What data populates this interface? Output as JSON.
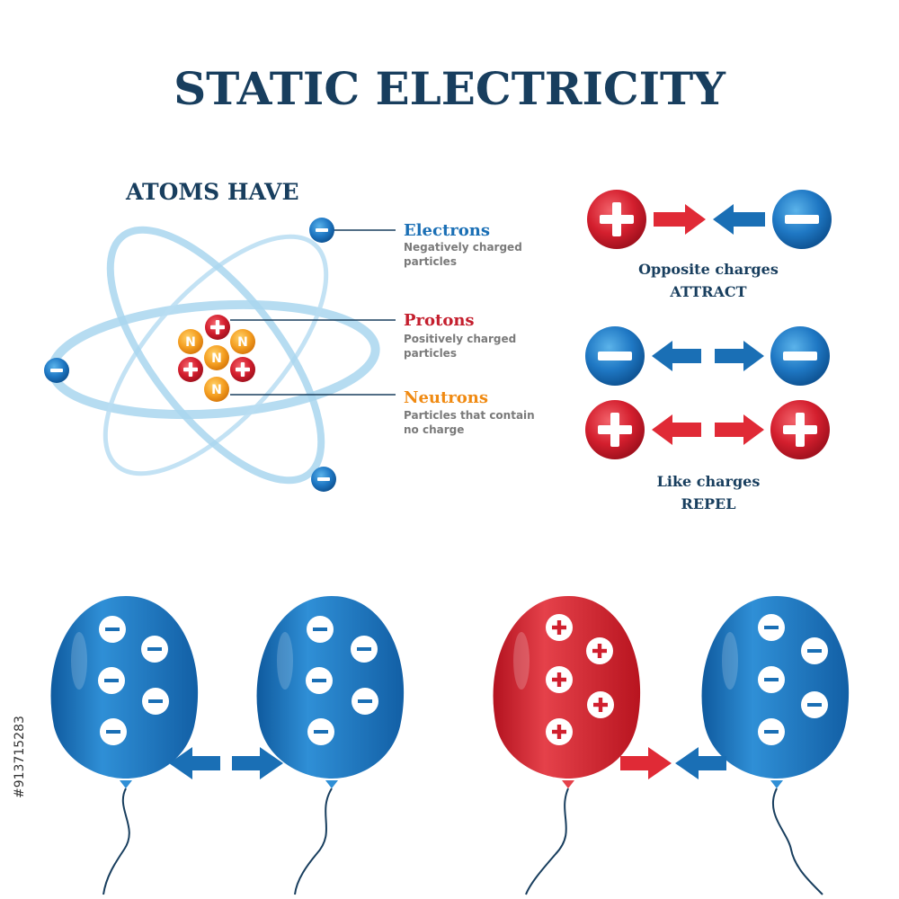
{
  "title": "STATIC ELECTRICITY",
  "atom": {
    "heading": "ATOMS HAVE",
    "electrons": {
      "name": "Electrons",
      "desc_line1": "Negatively charged",
      "desc_line2": "particles"
    },
    "protons": {
      "name": "Protons",
      "desc_line1": "Positively charged",
      "desc_line2": "particles"
    },
    "neutrons": {
      "name": "Neutrons",
      "desc_line1": "Particles that contain",
      "desc_line2": "no charge"
    },
    "neutron_letter": "N"
  },
  "charges": {
    "attract_line1": "Opposite charges",
    "attract_line2": "ATTRACT",
    "repel_line1": "Like charges",
    "repel_line2": "REPEL"
  },
  "stock_id": "#913715283",
  "colors": {
    "navy": "#183e5e",
    "blue": "#1a6fb5",
    "red": "#d01f2e",
    "orange": "#f5a023",
    "orbit": "#a9d6ee"
  }
}
